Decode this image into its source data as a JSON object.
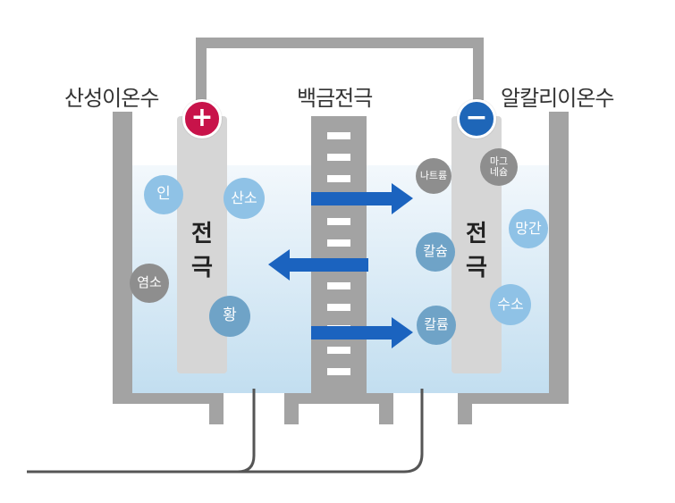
{
  "labels": {
    "acidic": "산성이온수",
    "platinum": "백금전극",
    "alkaline": "알칼리이온수"
  },
  "electrode": {
    "left_line1": "전",
    "left_line2": "극",
    "right_line1": "전",
    "right_line2": "극"
  },
  "terminals": {
    "positive_symbol": "+",
    "negative_symbol": "−"
  },
  "colors": {
    "positive": "#c8134a",
    "negative": "#1e66b8",
    "frame": "#a3a3a3",
    "water_top": "#f1f6fb",
    "water_bottom": "#c4dff0",
    "electrode": "#d6d6d6",
    "arrow": "#1b63bf",
    "ion_light": "#8fc2e6",
    "ion_mid": "#6fa3c7",
    "ion_grey": "#8e8e8e",
    "wire": "#555555"
  },
  "ions_left": [
    {
      "name": "인",
      "color_key": "ion_light"
    },
    {
      "name": "산소",
      "color_key": "ion_light"
    },
    {
      "name": "염소",
      "color_key": "ion_grey"
    },
    {
      "name": "황",
      "color_key": "ion_mid"
    }
  ],
  "ions_right": [
    {
      "name": "나트륨",
      "color_key": "ion_grey"
    },
    {
      "name": "마그\n네슘",
      "color_key": "ion_grey"
    },
    {
      "name": "망간",
      "color_key": "ion_light"
    },
    {
      "name": "칼슘",
      "color_key": "ion_mid"
    },
    {
      "name": "수소",
      "color_key": "ion_light"
    },
    {
      "name": "칼륨",
      "color_key": "ion_mid"
    }
  ]
}
